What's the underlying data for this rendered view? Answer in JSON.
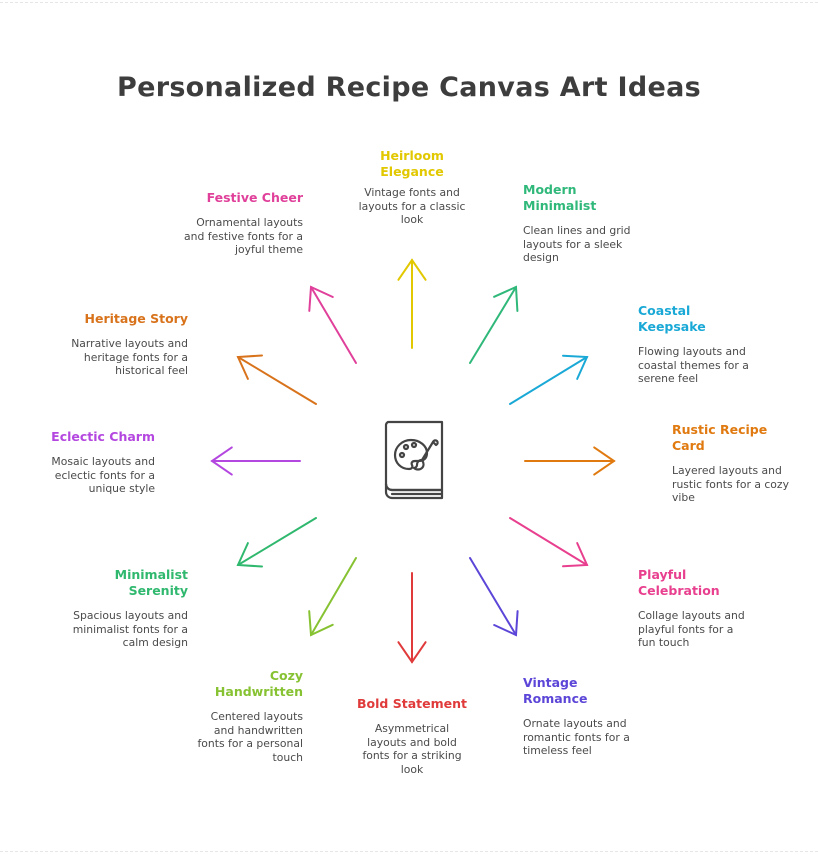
{
  "title": "Personalized Recipe Canvas Art Ideas",
  "center_icon": "paint-palette-book-icon",
  "ideas": [
    {
      "title": "Heirloom Elegance",
      "desc": "Vintage fonts and layouts for a classic look",
      "color": "#e2c800"
    },
    {
      "title": "Modern Minimalist",
      "desc": "Clean lines and grid layouts for a sleek design",
      "color": "#2fb87a"
    },
    {
      "title": "Coastal Keepsake",
      "desc": "Flowing layouts and coastal themes for a serene feel",
      "color": "#1aa9d6"
    },
    {
      "title": "Rustic Recipe Card",
      "desc": "Layered layouts and rustic fonts for a cozy vibe",
      "color": "#e07a10"
    },
    {
      "title": "Playful Celebration",
      "desc": "Collage layouts and playful fonts for a fun touch",
      "color": "#e8408f"
    },
    {
      "title": "Vintage Romance",
      "desc": "Ornate layouts and romantic fonts for a timeless feel",
      "color": "#5b46d8"
    },
    {
      "title": "Bold Statement",
      "desc": "Asymmetrical layouts and bold fonts for a striking look",
      "color": "#e03a3a"
    },
    {
      "title": "Cozy Handwritten",
      "desc": "Centered layouts and handwritten fonts for a personal touch",
      "color": "#86c232"
    },
    {
      "title": "Minimalist Serenity",
      "desc": "Spacious layouts and minimalist fonts for a calm design",
      "color": "#2fb86e"
    },
    {
      "title": "Eclectic Charm",
      "desc": "Mosaic layouts and eclectic fonts for a unique style",
      "color": "#b447e0"
    },
    {
      "title": "Heritage Story",
      "desc": "Narrative layouts and heritage fonts for a historical feel",
      "color": "#d8731c"
    },
    {
      "title": "Festive Cheer",
      "desc": "Ornamental layouts and festive fonts for a joyful theme",
      "color": "#e0409a"
    }
  ]
}
